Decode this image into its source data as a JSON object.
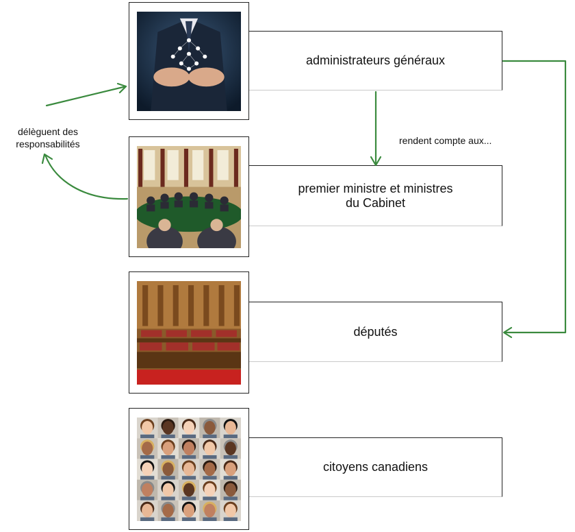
{
  "nodes": [
    {
      "label": "administrateurs généraux",
      "photo": "executive-hands-network-photo"
    },
    {
      "label": "premier ministre et ministres\ndu Cabinet",
      "photo": "cabinet-meeting-photo"
    },
    {
      "label": "députés",
      "photo": "house-of-commons-chamber-photo"
    },
    {
      "label": "citoyens canadiens",
      "photo": "citizens-faces-grid-photo"
    }
  ],
  "annotations": {
    "delegate": "délèguent des\nresponsabilités",
    "report": "rendent compte aux..."
  },
  "colors": {
    "arrow": "#3a8a3e",
    "border": "#222222"
  }
}
